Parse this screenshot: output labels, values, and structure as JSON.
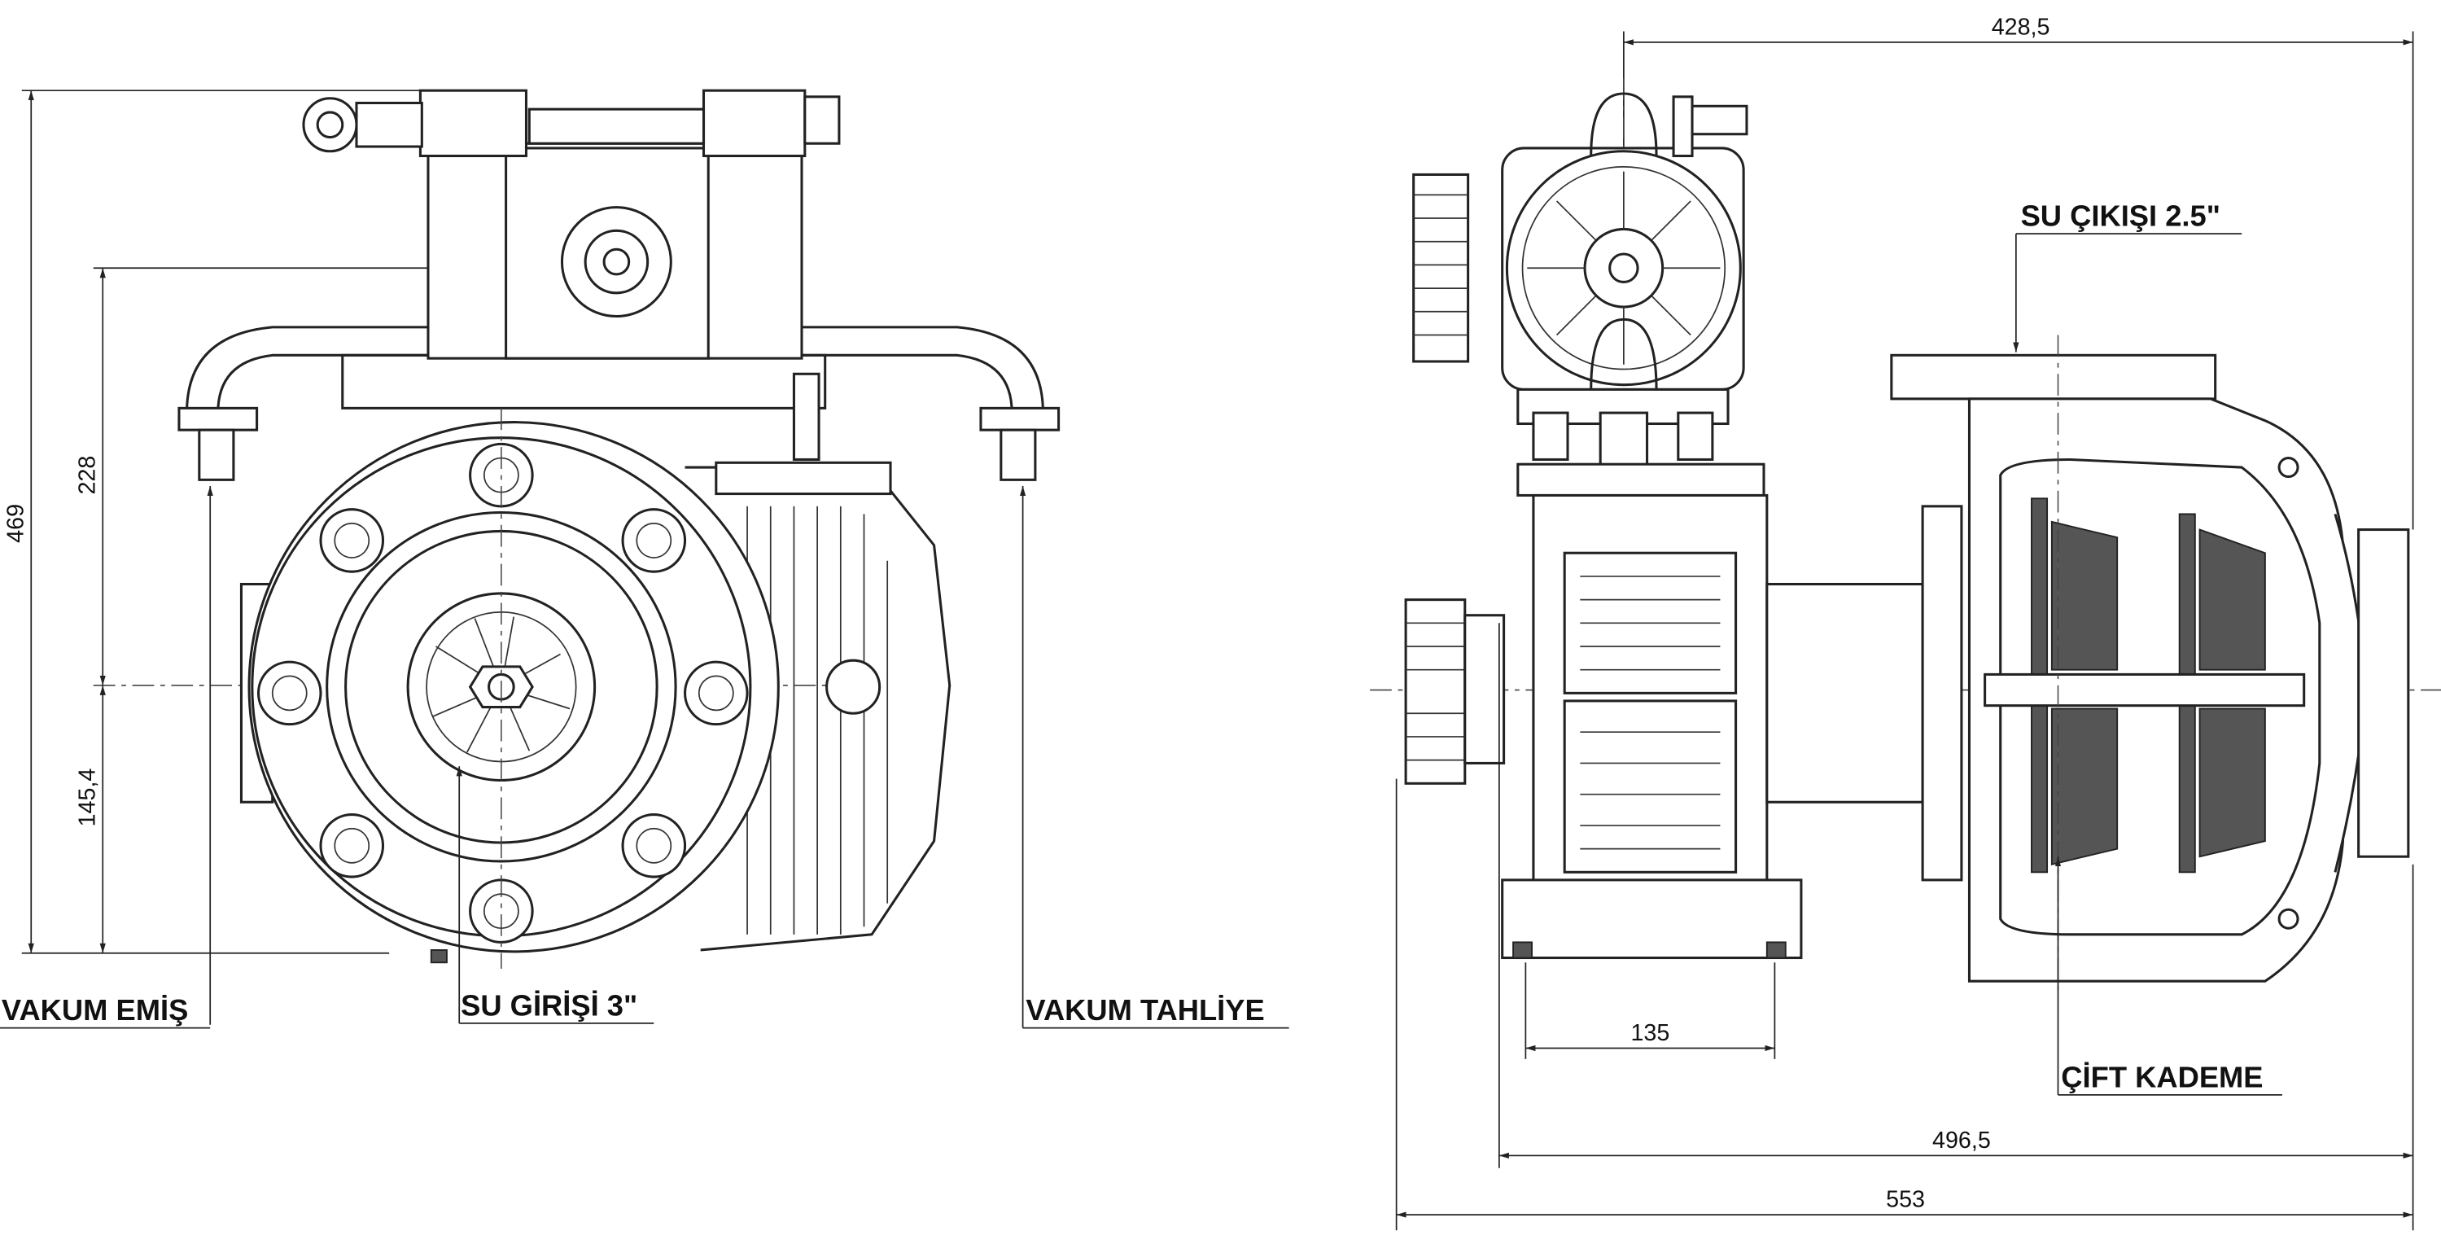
{
  "drawing": {
    "front_view": {
      "dimensions": {
        "overall_height": "469",
        "shaft_to_pump": "228",
        "shaft_height": "145,4"
      },
      "labels": {
        "vacuum_inlet": "VAKUM EMİŞ",
        "water_inlet": "SU GİRİŞİ 3\"",
        "vacuum_outlet": "VAKUM TAHLİYE"
      }
    },
    "side_view": {
      "dimensions": {
        "top_length": "428,5",
        "foot_spacing": "135",
        "body_length": "496,5",
        "overall_length": "553"
      },
      "labels": {
        "water_outlet": "SU ÇIKIŞI 2.5\"",
        "double_stage": "ÇİFT KADEME"
      }
    }
  }
}
